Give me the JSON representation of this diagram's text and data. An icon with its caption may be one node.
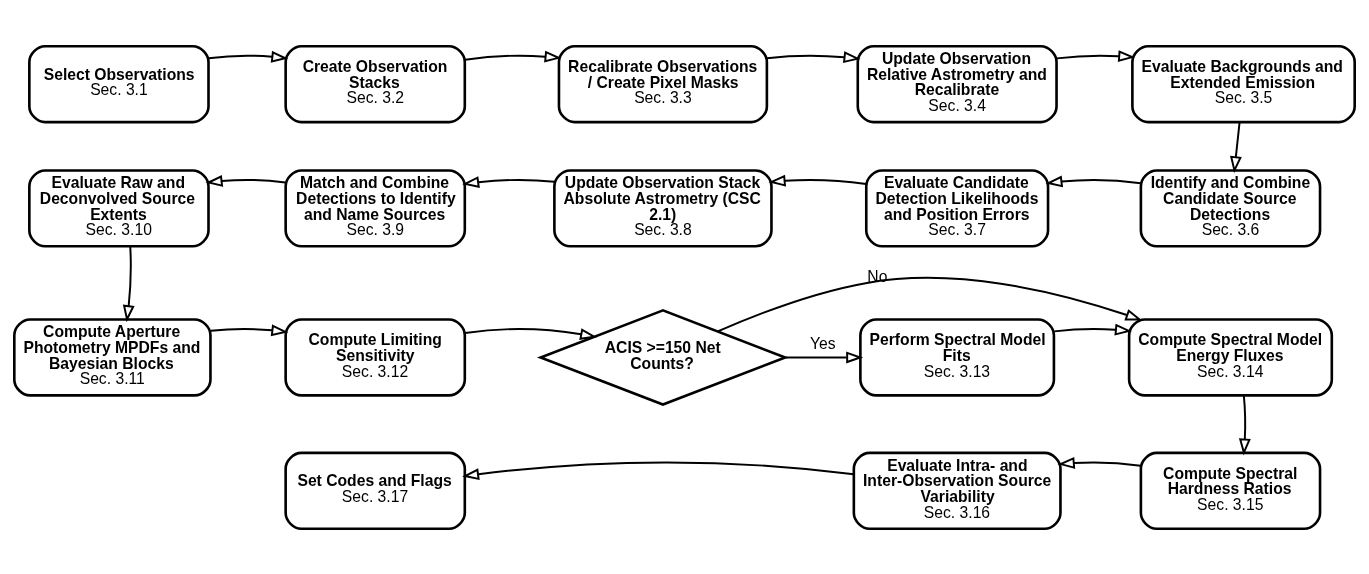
{
  "diagram": {
    "nodes": [
      {
        "text": [
          "Select Observations",
          "Sec. 3.1"
        ]
      },
      {
        "text": [
          "Create Observation Stacks",
          "Sec. 3.2"
        ]
      },
      {
        "text": [
          "Recalibrate Observations / Create Pixel Masks",
          "Sec. 3.3"
        ]
      },
      {
        "text": [
          "Update Observation Relative Astrometry and Recalibrate",
          "Sec. 3.4"
        ]
      },
      {
        "text": [
          "Evaluate Backgrounds and Extended Emission",
          "Sec. 3.5"
        ]
      },
      {
        "text": [
          "Identify and Combine Candidate Source Detections",
          "Sec. 3.6"
        ]
      },
      {
        "text": [
          "Evaluate Candidate Detection Likelihoods and Position Errors",
          "Sec. 3.7"
        ]
      },
      {
        "text": [
          "Update Observation Stack Absolute Astrometry (CSC 2.1)",
          "Sec. 3.8"
        ]
      },
      {
        "text": [
          "Match and Combine Detections to Identify and Name Sources",
          "Sec. 3.9"
        ]
      },
      {
        "text": [
          "Evaluate Raw and Deconvolved Source Extents",
          "Sec. 3.10"
        ]
      },
      {
        "text": [
          "Compute Aperture Photometry MPDFs and Bayesian Blocks",
          "Sec. 3.11"
        ]
      },
      {
        "text": [
          "Compute Limiting Sensitivity",
          "Sec. 3.12"
        ]
      },
      {
        "text": [
          "ACIS >=150 Net Counts?"
        ]
      },
      {
        "text": [
          "Perform Spectral Model Fits",
          "Sec. 3.13"
        ]
      },
      {
        "text": [
          "Compute Spectral Model Energy Fluxes",
          "Sec. 3.14"
        ]
      },
      {
        "text": [
          "Compute Spectral Hardness Ratios",
          "Sec. 3.15"
        ]
      },
      {
        "text": [
          "Evaluate Intra- and Inter-Observation Source Variability",
          "Sec. 3.16"
        ]
      },
      {
        "text": [
          "Set Codes and Flags",
          "Sec. 3.17"
        ]
      }
    ],
    "edges": [
      {
        "from": 0,
        "to": 1,
        "arrow": "to"
      },
      {
        "from": 1,
        "to": 2,
        "arrow": "to"
      },
      {
        "from": 2,
        "to": 3,
        "arrow": "to"
      },
      {
        "from": 3,
        "to": 4,
        "arrow": "to"
      },
      {
        "from": 4,
        "to": 5,
        "arrow": "to"
      },
      {
        "from": 5,
        "to": 6,
        "arrow": "to"
      },
      {
        "from": 6,
        "to": 7,
        "arrow": "to"
      },
      {
        "from": 7,
        "to": 8,
        "arrow": "to"
      },
      {
        "from": 8,
        "to": 9,
        "arrow": "to"
      },
      {
        "from": 9,
        "to": 10,
        "arrow": "to"
      },
      {
        "from": 10,
        "to": 11,
        "arrow": "to"
      },
      {
        "from": 11,
        "to": 12,
        "arrow": "to"
      },
      {
        "from": 12,
        "to": 13,
        "arrow": "to",
        "label": "Yes"
      },
      {
        "from": 12,
        "to": 14,
        "arrow": "to",
        "label": "No"
      },
      {
        "from": 13,
        "to": 14,
        "arrow": "to"
      },
      {
        "from": 14,
        "to": 15,
        "arrow": "to"
      },
      {
        "from": 15,
        "to": 16,
        "arrow": "to"
      },
      {
        "from": 16,
        "to": 17,
        "arrow": "to"
      }
    ]
  }
}
